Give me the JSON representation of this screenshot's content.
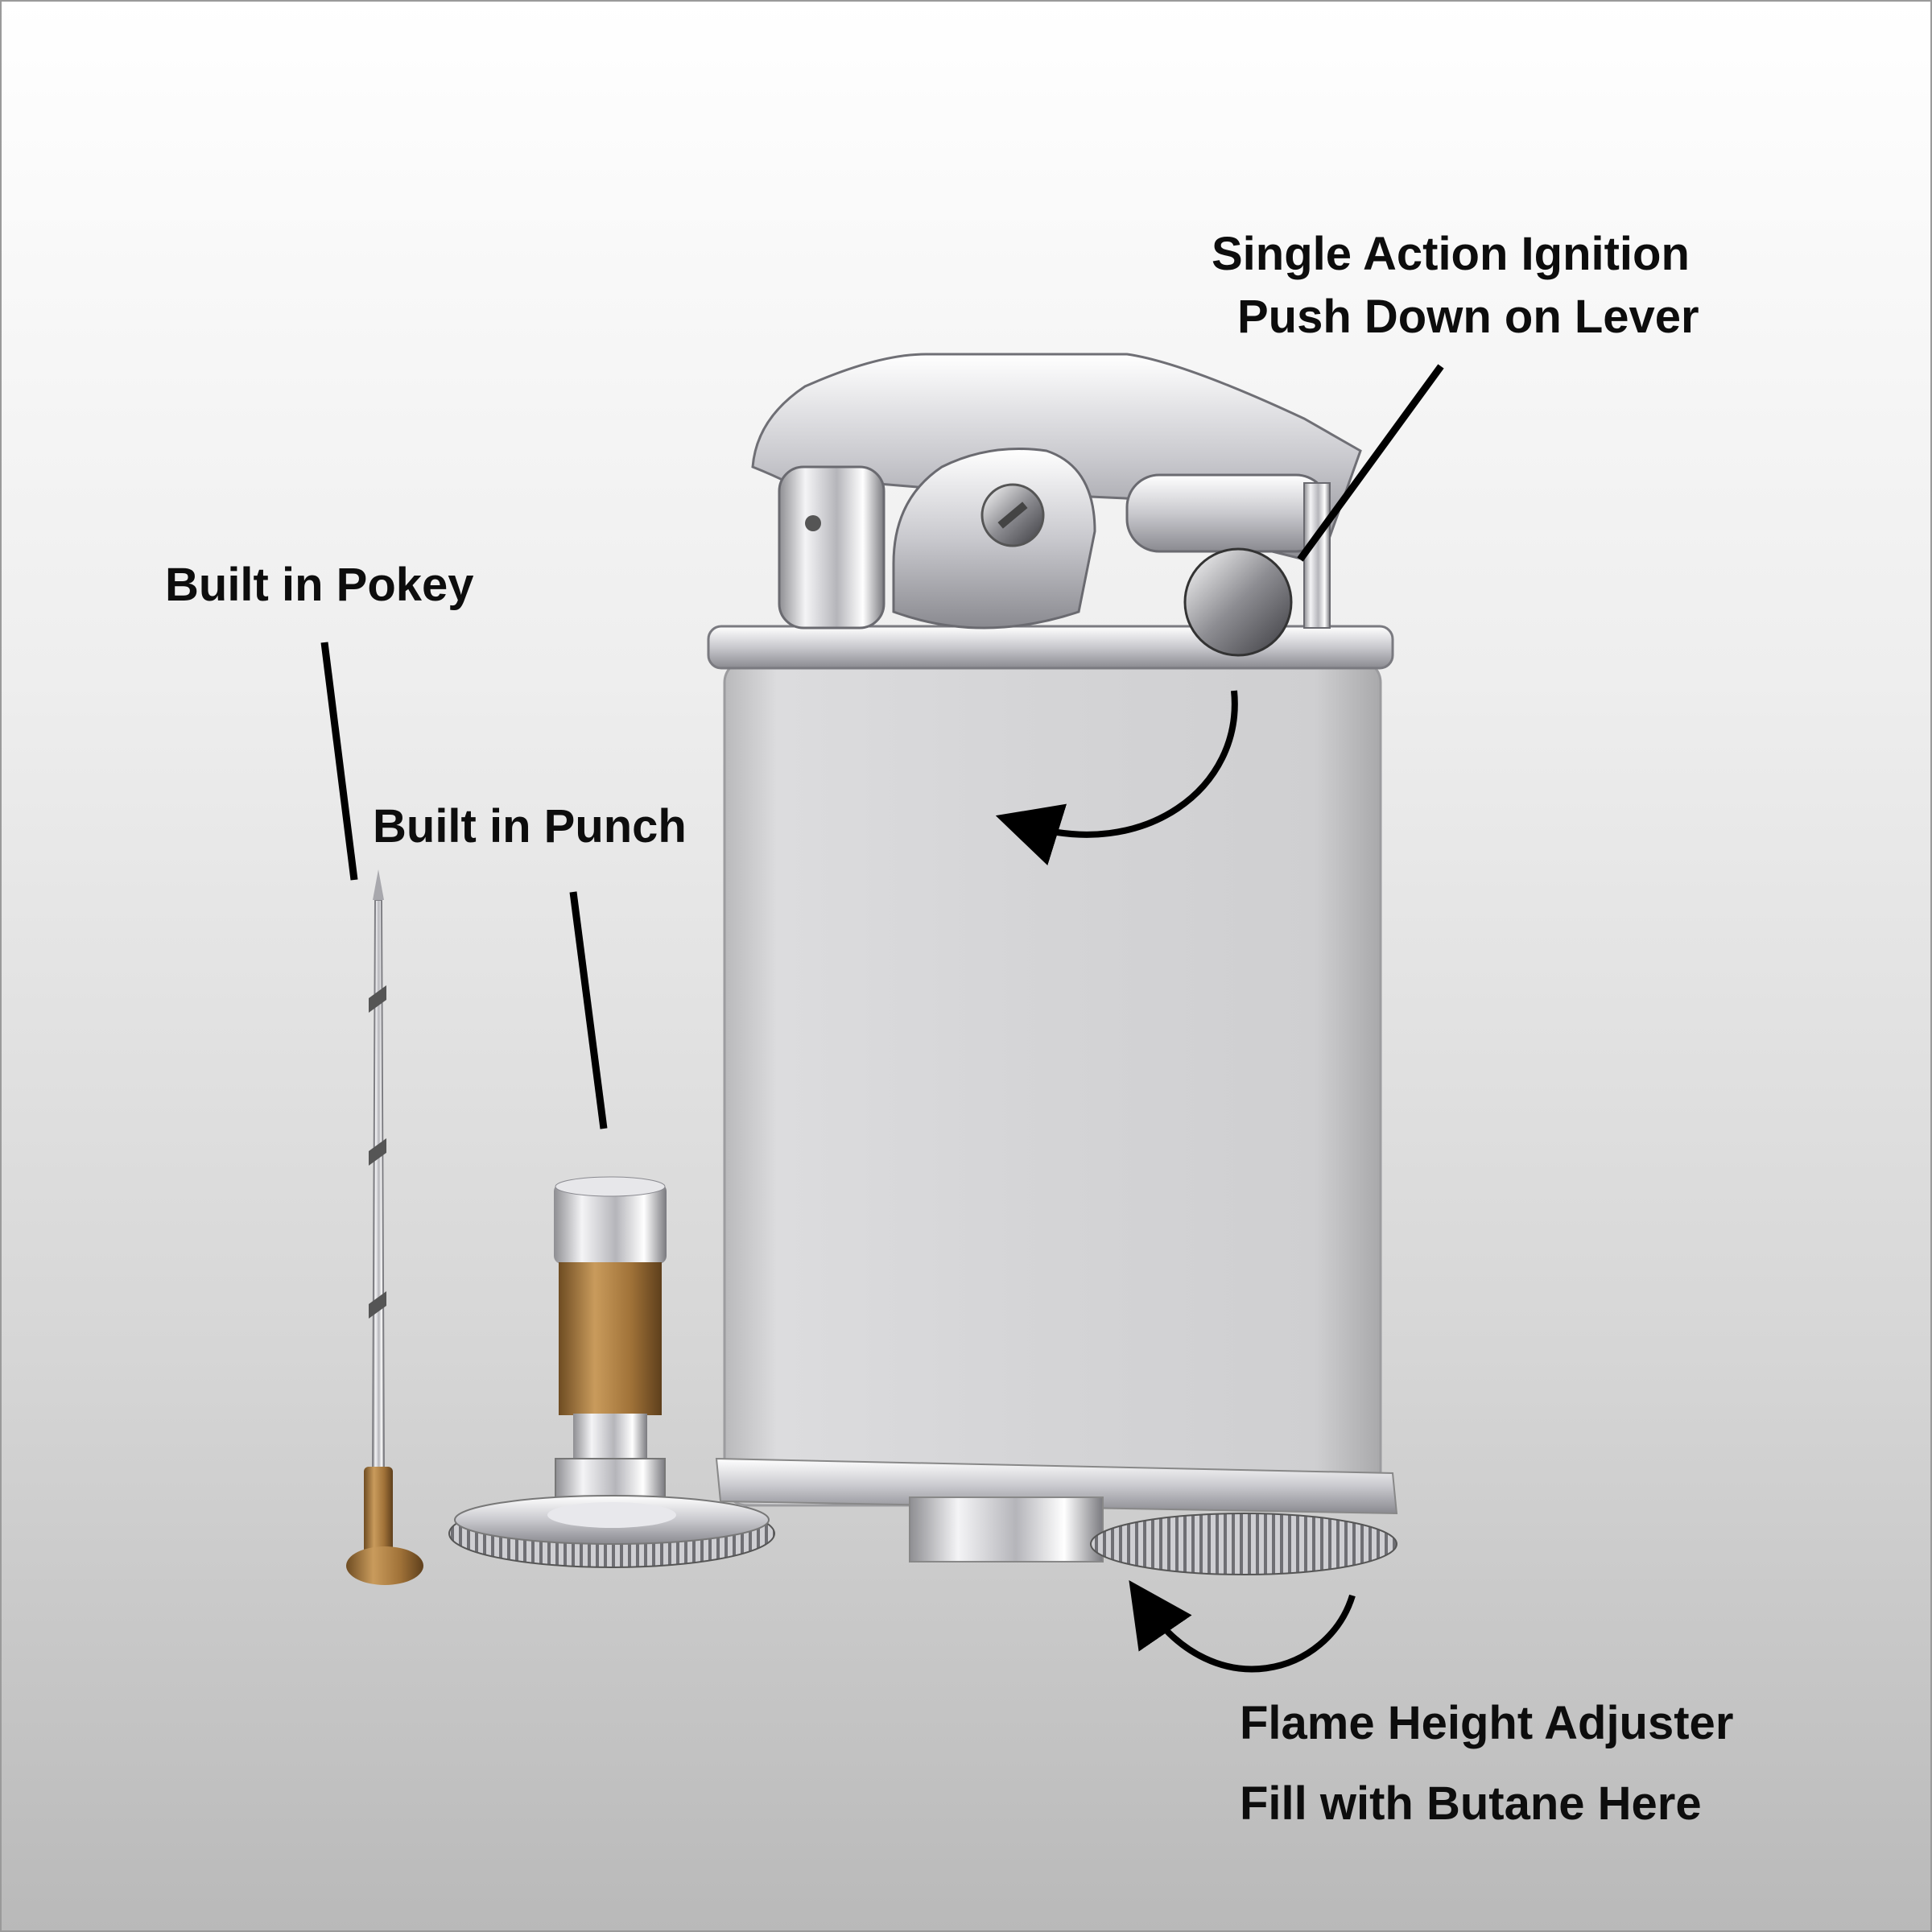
{
  "labels": {
    "ignition_line1": "Single Action Ignition",
    "ignition_line2": "Push Down on Lever",
    "pokey": "Built in Pokey",
    "punch": "Built in Punch",
    "flame_line1": "Flame Height Adjuster",
    "flame_line2": "Fill with Butane Here"
  },
  "colors": {
    "text": "#0d0d0d",
    "chrome": "#d9d9dc",
    "body_matte": "#d6d6d6",
    "brass": "#a57a3e"
  }
}
